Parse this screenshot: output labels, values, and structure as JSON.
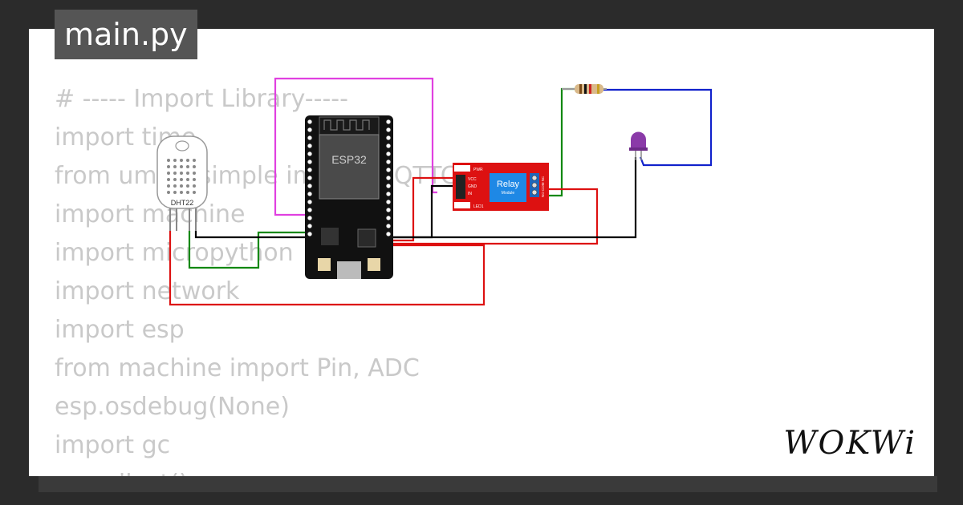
{
  "file_tab": {
    "label": "main.py"
  },
  "code_lines": [
    "# ----- Import Library-----",
    "import time",
    "from umqtt.simple import MQTTClient",
    "import machine",
    "import micropython",
    "import network",
    "import esp",
    "from machine import Pin, ADC",
    "esp.osdebug(None)",
    "import gc",
    "gc.collect()"
  ],
  "components": {
    "esp32_label": "ESP32",
    "dht_label": "DHT22",
    "relay_title": "Relay",
    "relay_subtitle": "Module",
    "relay_pins": [
      "VCC",
      "GND",
      "IN"
    ],
    "relay_terminals": "NO COM NC",
    "relay_pwr": "PWR",
    "relay_led": "LED1"
  },
  "brand": {
    "logo_text": "WOKWi"
  },
  "colors": {
    "background": "#2b2b2b",
    "tab_bg": "#555555",
    "wire_magenta": "#e040e0",
    "wire_green": "#118811",
    "wire_red": "#dd1111",
    "wire_blue": "#1122cc",
    "wire_black": "#000000",
    "relay_board": "#dd1111",
    "relay_cube": "#1e88e5",
    "led_purple": "#8a3aa8"
  }
}
